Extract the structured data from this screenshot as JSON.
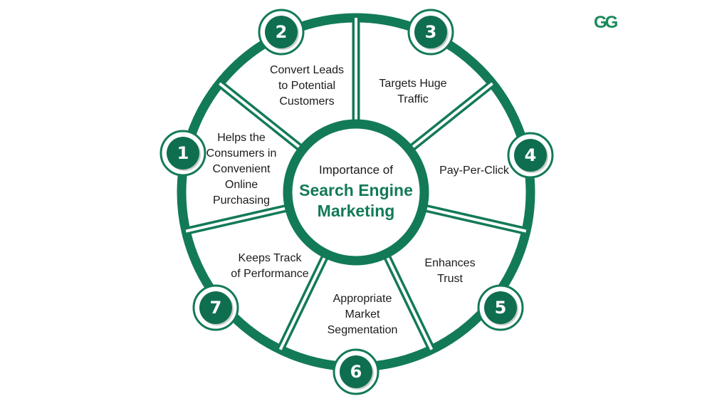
{
  "logo": "GG",
  "center": {
    "line1": "Importance of",
    "line2": "Search Engine",
    "line3": "Marketing"
  },
  "items": [
    {
      "number": "1",
      "lines": [
        "Helps the",
        "Consumers in",
        "Convenient",
        "Online",
        "Purchasing"
      ]
    },
    {
      "number": "2",
      "lines": [
        "Convert Leads",
        "to Potential",
        "Customers"
      ]
    },
    {
      "number": "3",
      "lines": [
        "Targets Huge",
        "Traffic"
      ]
    },
    {
      "number": "4",
      "lines": [
        "Pay-Per-Click"
      ]
    },
    {
      "number": "5",
      "lines": [
        "Enhances",
        "Trust"
      ]
    },
    {
      "number": "6",
      "lines": [
        "Appropriate",
        "Market",
        "Segmentation"
      ]
    },
    {
      "number": "7",
      "lines": [
        "Keeps Track",
        "of Performance"
      ]
    }
  ],
  "colors": {
    "primary": "#137a57",
    "dark": "#0d6448",
    "light": "#e9f2ee"
  }
}
